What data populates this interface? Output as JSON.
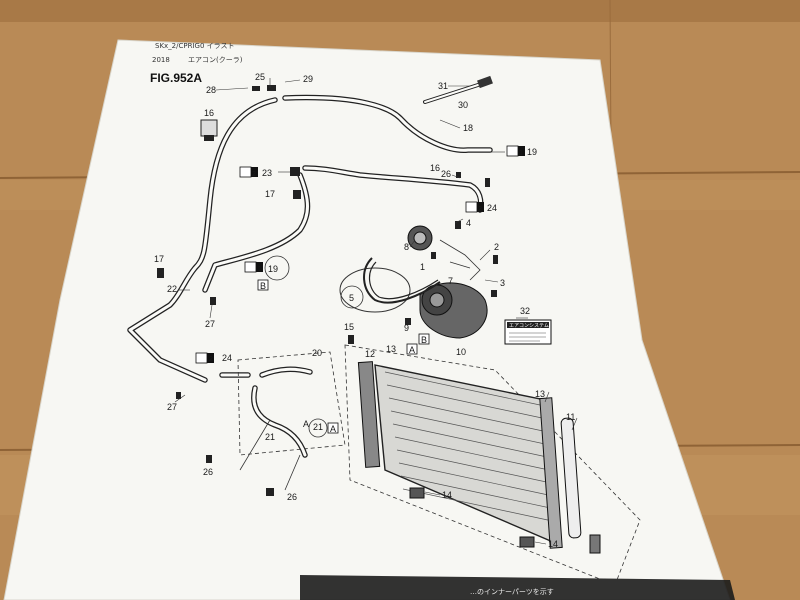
{
  "page": {
    "header_text": "SKx_2/CPRIG0 イラスト",
    "sub_text_1": "2018",
    "sub_text_2": "エアコン(クーラ)",
    "figure_id": "FIG.952A",
    "footer_text": "…のインナーパーツを示す",
    "sticker_text": "エアコンシステム"
  },
  "colors": {
    "paper": "#f7f7f3",
    "ink": "#1a1a1a",
    "table_wood": "#b98a56"
  },
  "callouts": [
    {
      "id": "c31",
      "text": "31"
    },
    {
      "id": "c30",
      "text": "30"
    },
    {
      "id": "c25",
      "text": "25"
    },
    {
      "id": "c29",
      "text": "29"
    },
    {
      "id": "c28",
      "text": "28"
    },
    {
      "id": "c16a",
      "text": "16"
    },
    {
      "id": "c18",
      "text": "18"
    },
    {
      "id": "c19a",
      "text": "19"
    },
    {
      "id": "c1a",
      "text": "1"
    },
    {
      "id": "c23",
      "text": "23"
    },
    {
      "id": "c2a",
      "text": "2"
    },
    {
      "id": "c26a",
      "text": "26"
    },
    {
      "id": "c24a",
      "text": "24"
    },
    {
      "id": "c2b",
      "text": "2"
    },
    {
      "id": "c17a",
      "text": "17"
    },
    {
      "id": "c4",
      "text": "4"
    },
    {
      "id": "c8",
      "text": "8"
    },
    {
      "id": "c2c",
      "text": "2"
    },
    {
      "id": "c3",
      "text": "3"
    },
    {
      "id": "c1b",
      "text": "1"
    },
    {
      "id": "c7",
      "text": "7"
    },
    {
      "id": "c19b",
      "text": "19"
    },
    {
      "id": "c1c",
      "text": "1"
    },
    {
      "id": "c17b",
      "text": "17"
    },
    {
      "id": "c22",
      "text": "22"
    },
    {
      "id": "c27a",
      "text": "27"
    },
    {
      "id": "c5",
      "text": "5"
    },
    {
      "id": "c9",
      "text": "9"
    },
    {
      "id": "c32",
      "text": "32"
    },
    {
      "id": "c15",
      "text": "15"
    },
    {
      "id": "c12",
      "text": "12"
    },
    {
      "id": "c13a",
      "text": "13"
    },
    {
      "id": "c10",
      "text": "10"
    },
    {
      "id": "c24b",
      "text": "24"
    },
    {
      "id": "c2d",
      "text": "2"
    },
    {
      "id": "c20",
      "text": "20"
    },
    {
      "id": "c27b",
      "text": "27"
    },
    {
      "id": "c21a",
      "text": "21"
    },
    {
      "id": "c21b",
      "text": "21"
    },
    {
      "id": "c26b",
      "text": "26"
    },
    {
      "id": "c26c",
      "text": "26"
    },
    {
      "id": "c13b",
      "text": "13"
    },
    {
      "id": "c11",
      "text": "11"
    },
    {
      "id": "c14a",
      "text": "14"
    },
    {
      "id": "c14b",
      "text": "14"
    },
    {
      "id": "c16b",
      "text": "16"
    }
  ],
  "markers": [
    {
      "id": "mA1",
      "text": "A"
    },
    {
      "id": "mB1",
      "text": "B"
    },
    {
      "id": "mA2",
      "text": "A"
    },
    {
      "id": "mB2",
      "text": "B"
    },
    {
      "id": "mA3",
      "text": "A"
    }
  ]
}
